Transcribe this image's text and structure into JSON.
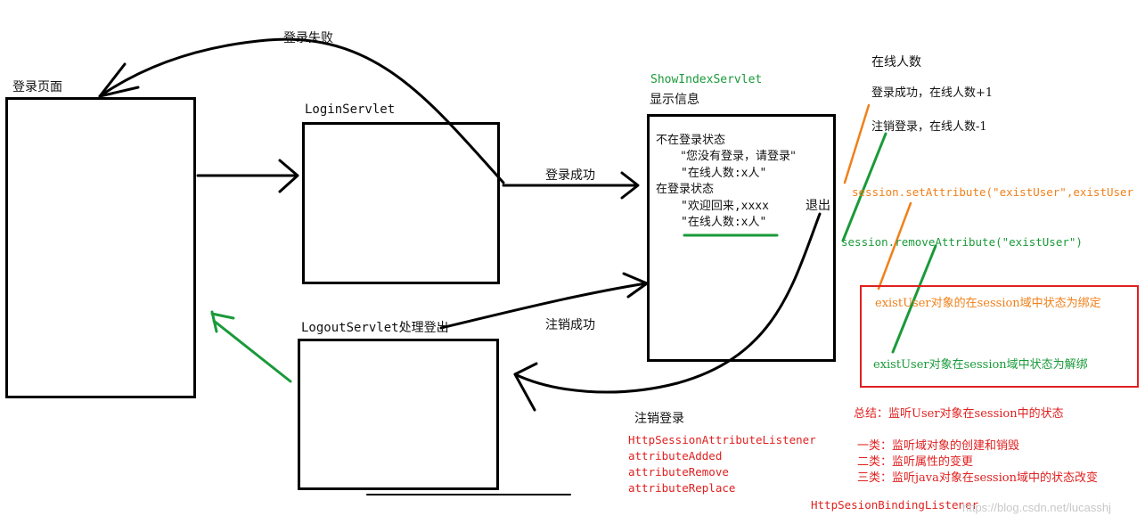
{
  "labels": {
    "login_page": "登录页面",
    "login_failed": "登录失败",
    "login_servlet": "LoginServlet",
    "logout_servlet": "LogoutServlet处理登出",
    "login_success": "登录成功",
    "logout_success": "注销成功",
    "show_index_servlet": "ShowIndexServlet",
    "show_info": "显示信息",
    "exit_label": "退出"
  },
  "index_box": {
    "line1": "不在登录状态",
    "line2": "\"您没有登录，请登录\"",
    "line3": "\"在线人数:x人\"",
    "line4": "在登录状态",
    "line5": "\"欢迎回来,xxxx",
    "line6": "\"在线人数:x人\""
  },
  "online": {
    "title": "在线人数",
    "inc": "登录成功，在线人数+1",
    "dec": "注销登录，在线人数-1"
  },
  "session": {
    "set": "session.setAttribute(\"existUser\",existUser",
    "remove": "session.removeAttribute(\"existUser\")"
  },
  "binding": {
    "bound": "existUser对象的在session域中状态为绑定",
    "unbound": "existUser对象在session域中状态为解绑"
  },
  "logout_notes": {
    "title": "注销登录",
    "items": [
      "HttpSessionAttributeListener",
      "attributeAdded",
      "attributeRemove",
      "attributeReplace"
    ]
  },
  "summary": {
    "title": "总结：监听User对象在session中的状态",
    "items": [
      "一类：监听域对象的创建和销毁",
      "二类：监听属性的变更",
      "三类：监听java对象在session域中的状态改变"
    ],
    "binding_listener": "HttpSesionBindingListener"
  },
  "watermark": "https://blog.csdn.net/lucasshj",
  "colors": {
    "green": "#1a9a3a",
    "orange": "#f0801a",
    "red": "#e02020",
    "black": "#000000"
  }
}
